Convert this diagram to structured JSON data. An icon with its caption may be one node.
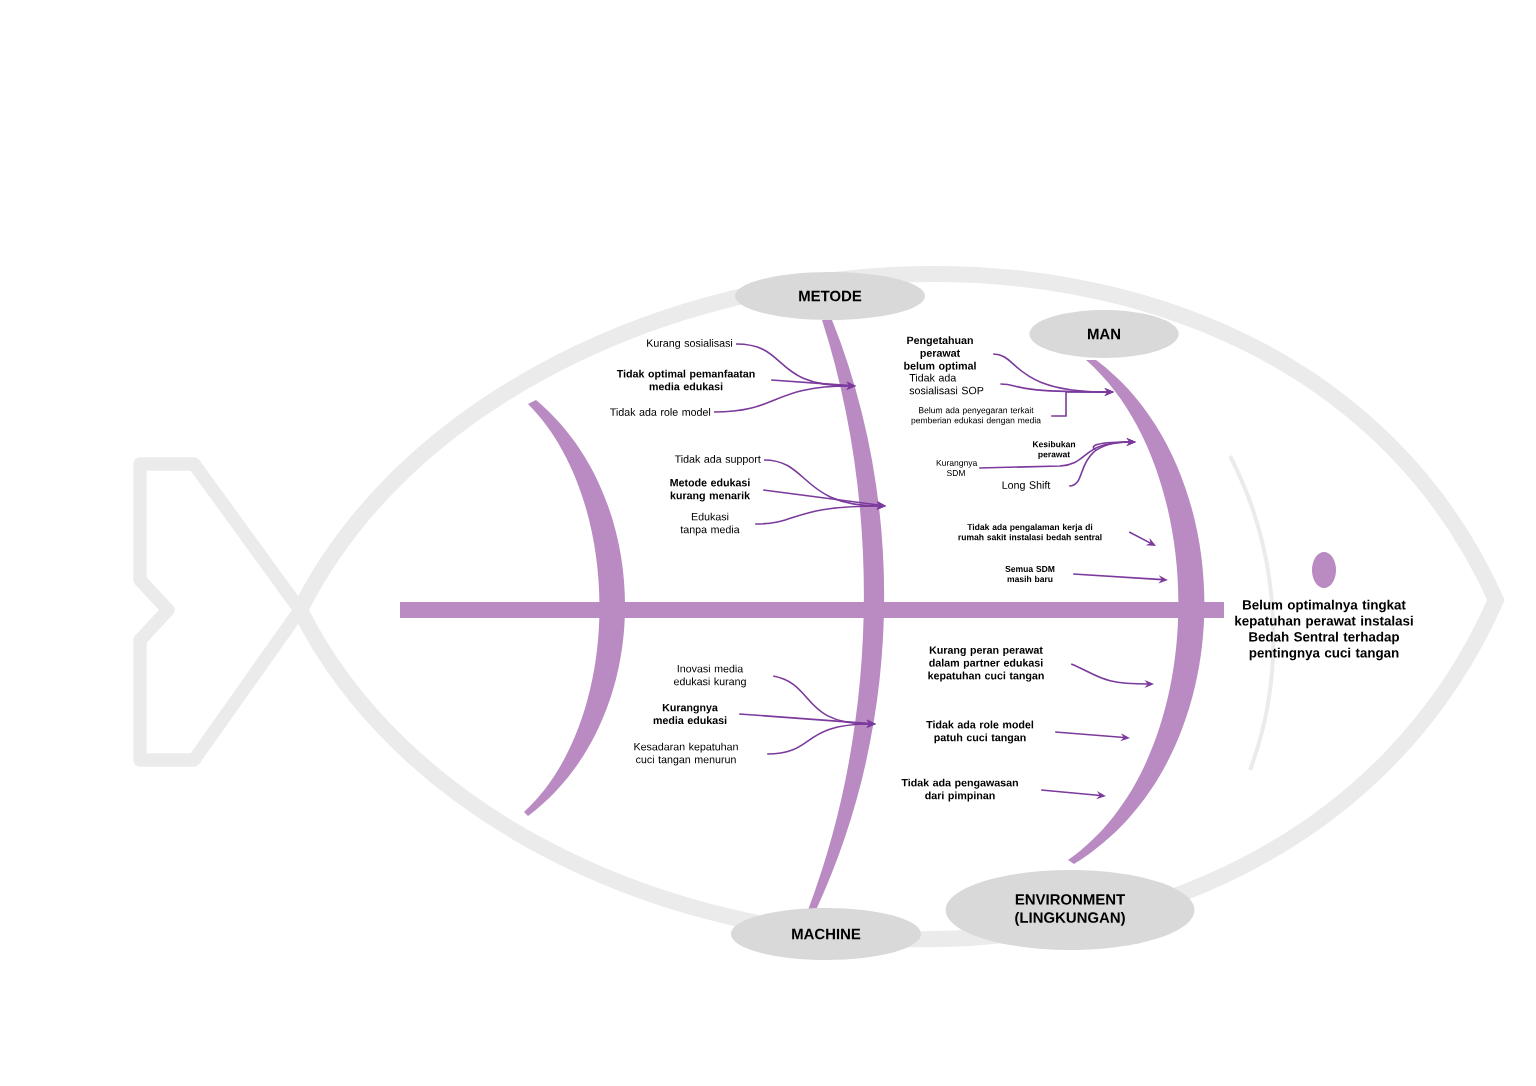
{
  "diagram": {
    "nodes": [
      {
        "text": [
          "METODE"
        ]
      },
      {
        "text": [
          "MAN"
        ]
      },
      {
        "text": [
          "MACHINE"
        ]
      },
      {
        "text": [
          "ENVIRONMENT (LINGKUNGAN)"
        ]
      },
      {
        "text": [
          "Belum optimalnya tingkat kepatuhan perawat instalasi Bedah Sentral terhadap pentingnya cuci tangan"
        ]
      },
      {
        "text": [
          "Kurang sosialisasi"
        ]
      },
      {
        "text": [
          "Tidak optimal pemanfaatan media edukasi"
        ]
      },
      {
        "text": [
          "Tidak ada role model"
        ]
      },
      {
        "text": [
          "Tidak ada support"
        ]
      },
      {
        "text": [
          "Metode edukasi kurang menarik"
        ]
      },
      {
        "text": [
          "Edukasi tanpa media"
        ]
      },
      {
        "text": [
          "Pengetahuan perawat belum optimal"
        ]
      },
      {
        "text": [
          "Tidak ada sosialisasi SOP"
        ]
      },
      {
        "text": [
          "Belum ada penyegaran terkait pemberian edukasi dengan media"
        ]
      },
      {
        "text": [
          "Kesibukan perawat"
        ]
      },
      {
        "text": [
          "Kurangnya SDM"
        ]
      },
      {
        "text": [
          "Long Shift"
        ]
      },
      {
        "text": [
          "Tidak ada pengalaman kerja di rumah sakit instalasi bedah sentral"
        ]
      },
      {
        "text": [
          "Semua SDM masih baru"
        ]
      },
      {
        "text": [
          "Inovasi media edukasi kurang"
        ]
      },
      {
        "text": [
          "Kurangnya media edukasi"
        ]
      },
      {
        "text": [
          "Kesadaran kepatuhan cuci tangan menurun"
        ]
      },
      {
        "text": [
          "Kurang peran perawat dalam partner edukasi kepatuhan cuci tangan"
        ]
      },
      {
        "text": [
          "Tidak ada role model patuh cuci tangan"
        ]
      },
      {
        "text": [
          "Tidak ada pengawasan dari pimpinan"
        ]
      }
    ],
    "edges": [
      {
        "from": 5,
        "to": null,
        "arrow": "to"
      },
      {
        "from": 6,
        "to": null,
        "arrow": "to"
      },
      {
        "from": 7,
        "to": null,
        "arrow": "to"
      },
      {
        "from": 8,
        "to": null,
        "arrow": "to"
      },
      {
        "from": 9,
        "to": null,
        "arrow": "to"
      },
      {
        "from": 10,
        "to": null,
        "arrow": "to"
      },
      {
        "from": 11,
        "to": null,
        "arrow": "to"
      },
      {
        "from": 12,
        "to": null,
        "arrow": "to"
      },
      {
        "from": 13,
        "to": null,
        "arrow": "to"
      },
      {
        "from": 14,
        "to": null,
        "arrow": "to"
      },
      {
        "from": 15,
        "to": null,
        "arrow": "to"
      },
      {
        "from": 16,
        "to": null,
        "arrow": "to"
      },
      {
        "from": 17,
        "to": null,
        "arrow": "to"
      },
      {
        "from": 18,
        "to": null,
        "arrow": "to"
      },
      {
        "from": 19,
        "to": null,
        "arrow": "to"
      },
      {
        "from": 20,
        "to": null,
        "arrow": "to"
      },
      {
        "from": 21,
        "to": null,
        "arrow": "to"
      },
      {
        "from": 22,
        "to": null,
        "arrow": "to"
      },
      {
        "from": 23,
        "to": null,
        "arrow": "to"
      },
      {
        "from": 24,
        "to": null,
        "arrow": "to"
      }
    ]
  }
}
